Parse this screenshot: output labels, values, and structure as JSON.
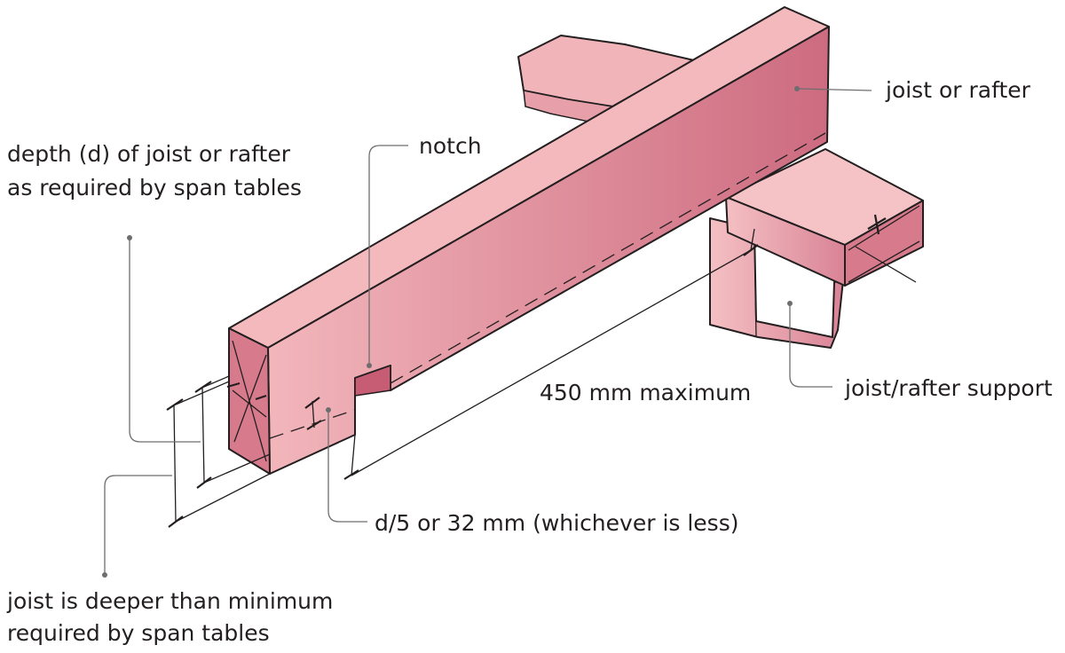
{
  "labels": {
    "joist_or_rafter": "joist or rafter",
    "notch": "notch",
    "depth_line1": "depth (d) of joist or rafter",
    "depth_line2": "as required by span tables",
    "max_distance": "450 mm maximum",
    "support": "joist/rafter support",
    "notch_depth": "d/5 or 32 mm (whichever is less)",
    "deeper_line1": "joist is deeper than minimum",
    "deeper_line2": "required by span tables"
  },
  "colors": {
    "timber_top": "#f3b9bd",
    "timber_side_light": "#f1b3b8",
    "timber_side_dark": "#cf6e82",
    "timber_end": "#d77a8c",
    "outline": "#231f20",
    "leader": "#6d6e70"
  }
}
